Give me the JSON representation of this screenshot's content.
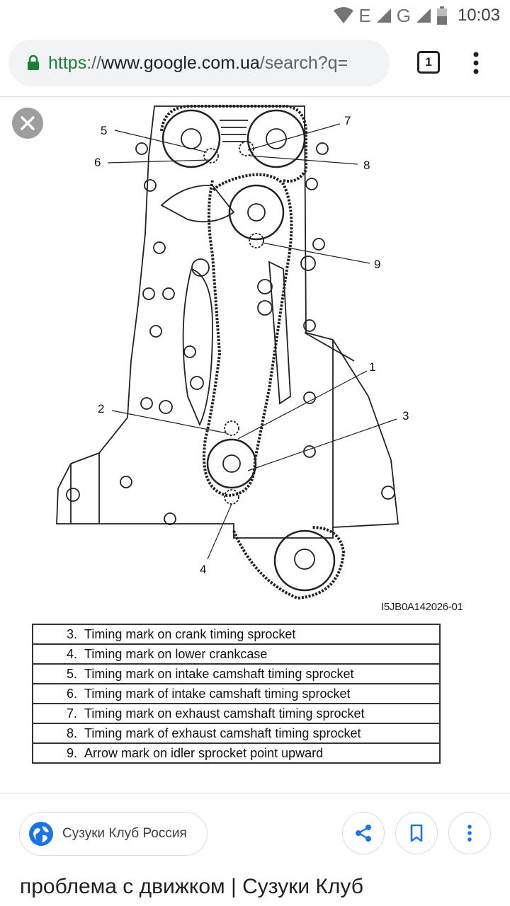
{
  "status_bar": {
    "network_e": "E",
    "network_g": "G",
    "time": "10:03"
  },
  "browser": {
    "url_scheme": "https",
    "url_sep": "://",
    "url_host": "www.google.com.ua",
    "url_path": "/search?q=",
    "tab_count": "1",
    "icons": [
      "lock-icon",
      "tabs-icon",
      "more-vert-icon"
    ],
    "accent_color": "#188038"
  },
  "viewer": {
    "close_icon": "close-icon",
    "figure_code": "I5JB0A142026-01",
    "callouts": [
      "1",
      "2",
      "3",
      "4",
      "5",
      "6",
      "7",
      "8",
      "9"
    ],
    "legend": [
      {
        "num": "3.",
        "text": "Timing mark on crank timing sprocket"
      },
      {
        "num": "4.",
        "text": "Timing mark on lower crankcase"
      },
      {
        "num": "5.",
        "text": "Timing mark on intake camshaft timing sprocket"
      },
      {
        "num": "6.",
        "text": "Timing mark of intake camshaft timing sprocket"
      },
      {
        "num": "7.",
        "text": "Timing mark on exhaust camshaft timing sprocket"
      },
      {
        "num": "8.",
        "text": "Timing mark of exhaust camshaft timing sprocket"
      },
      {
        "num": "9.",
        "text": "Arrow mark on idler sprocket point upward"
      }
    ]
  },
  "source": {
    "name": "Сузуки Клуб Россия",
    "icons": [
      "globe-icon",
      "share-icon",
      "bookmark-icon",
      "more-vert-icon"
    ],
    "brand_color": "#1a73e8"
  },
  "page_title": "проблема с движком | Сузуки Клуб"
}
